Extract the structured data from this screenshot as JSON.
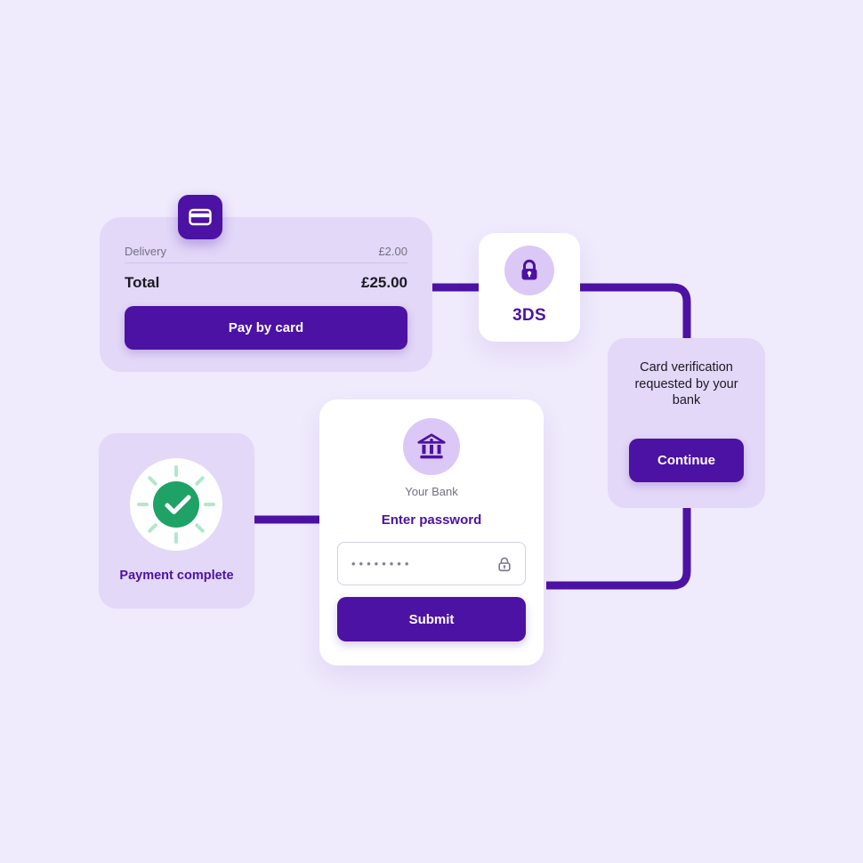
{
  "colors": {
    "background": "#EFEAFC",
    "card_purple": "#E3D8F8",
    "badge_purple": "#DCC8F7",
    "primary": "#4C12A3",
    "muted": "#747082",
    "dark_text": "#1B1922",
    "green": "#1FA266",
    "green_light": "#B3E7CC"
  },
  "order": {
    "delivery_label": "Delivery",
    "delivery_value": "£2.00",
    "total_label": "Total",
    "total_value": "£25.00",
    "pay_button_label": "Pay by card"
  },
  "threeds": {
    "label": "3DS"
  },
  "verification": {
    "message": "Card verification requested by your bank",
    "continue_button_label": "Continue"
  },
  "bank": {
    "name": "Your Bank",
    "prompt": "Enter password",
    "password_value": "••••••••",
    "submit_button_label": "Submit"
  },
  "complete": {
    "label": "Payment complete"
  }
}
